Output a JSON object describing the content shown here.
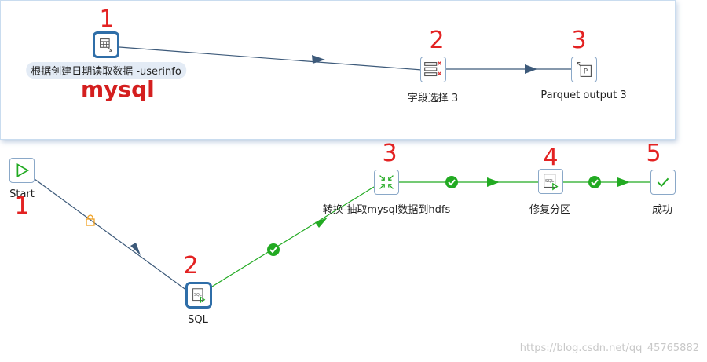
{
  "panel_top": {
    "nodes": {
      "table_input": {
        "label": "根据创建日期读取数据 -userinfo",
        "number": "1"
      },
      "select_fields": {
        "label": "字段选择 3",
        "number": "2"
      },
      "parquet_output": {
        "label": "Parquet output 3",
        "number": "3"
      }
    },
    "note": "mysql"
  },
  "job": {
    "nodes": {
      "start": {
        "label": "Start",
        "number": "1"
      },
      "sql": {
        "label": "SQL",
        "number": "2"
      },
      "transform": {
        "label": "转换-抽取mysql数据到hdfs",
        "number": "3"
      },
      "repair_partition": {
        "label": "修复分区",
        "number": "4"
      },
      "success": {
        "label": "成功",
        "number": "5"
      }
    }
  },
  "watermark": "https://blog.csdn.net/qq_45765882",
  "colors": {
    "annotation_red": "#e32222",
    "hop_green": "#22aa22",
    "hop_dark": "#3d5a7a",
    "lock_orange": "#f0a020"
  }
}
